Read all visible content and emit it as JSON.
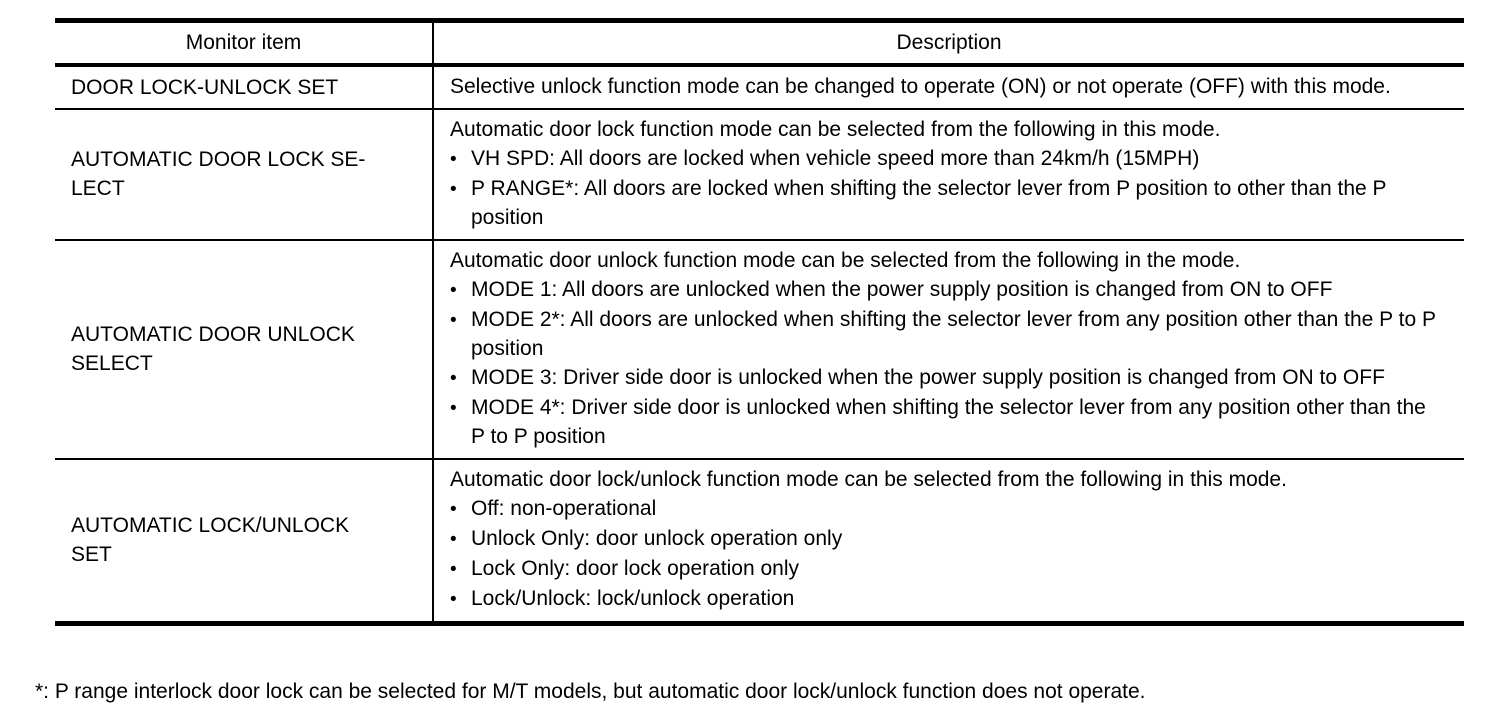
{
  "colors": {
    "text": "#000000",
    "background": "#ffffff",
    "rule": "#000000"
  },
  "glyphs": {
    "bullet": "•"
  },
  "table": {
    "header": {
      "monitor_item": "Monitor item",
      "description": "Description"
    },
    "rows": [
      {
        "item": "DOOR LOCK-UNLOCK SET",
        "intro": "Selective unlock function mode can be changed to operate (ON) or not operate (OFF) with this mode.",
        "bullets": []
      },
      {
        "item": "AUTOMATIC DOOR LOCK SE-\nLECT",
        "intro": "Automatic door lock function mode can be selected from the following in this mode.",
        "bullets": [
          "VH SPD: All doors are locked when vehicle speed more than 24km/h (15MPH)",
          "P RANGE*: All doors are locked when shifting the selector lever from P position to other than the P position"
        ]
      },
      {
        "item": "AUTOMATIC DOOR UNLOCK\nSELECT",
        "intro": "Automatic door unlock function mode can be selected from the following in the mode.",
        "bullets": [
          "MODE 1: All doors are unlocked when the power supply position is changed from ON to OFF",
          "MODE 2*: All doors are unlocked when shifting the selector lever from any position other than the P to P position",
          "MODE 3: Driver side door is unlocked when the power supply position is changed from ON to OFF",
          "MODE 4*: Driver side door is unlocked when shifting the selector lever from any position other than the P to P position"
        ]
      },
      {
        "item": "AUTOMATIC LOCK/UNLOCK\nSET",
        "intro": "Automatic door lock/unlock function mode can be selected from the following in this mode.",
        "bullets": [
          "Off: non-operational",
          "Unlock Only: door unlock operation only",
          "Lock Only: door lock operation only",
          "Lock/Unlock: lock/unlock operation"
        ]
      }
    ]
  },
  "footnote": "*: P range interlock door lock can be selected for M/T models, but automatic door lock/unlock function does not operate."
}
